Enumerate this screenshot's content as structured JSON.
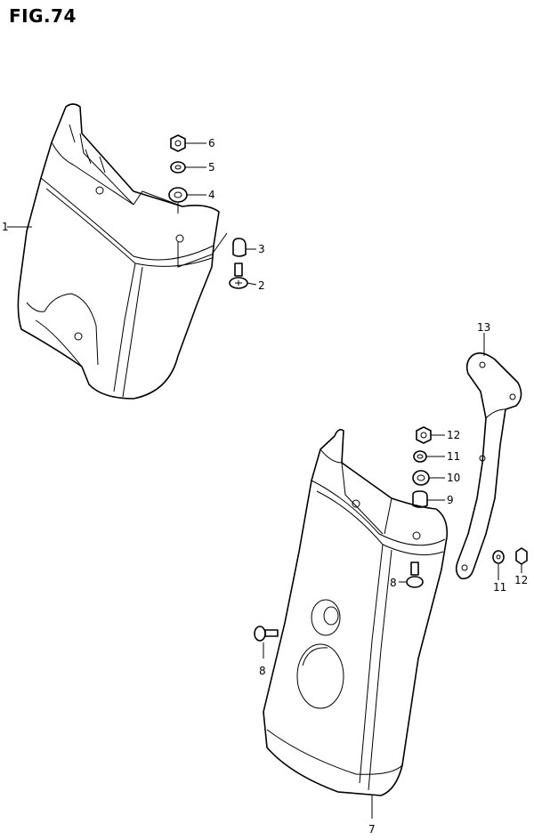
{
  "figure": {
    "title": "FIG.74"
  },
  "callouts": [
    "1",
    "2",
    "3",
    "4",
    "5",
    "6",
    "7",
    "8",
    "8",
    "9",
    "10",
    "11",
    "11",
    "12",
    "12",
    "13"
  ]
}
